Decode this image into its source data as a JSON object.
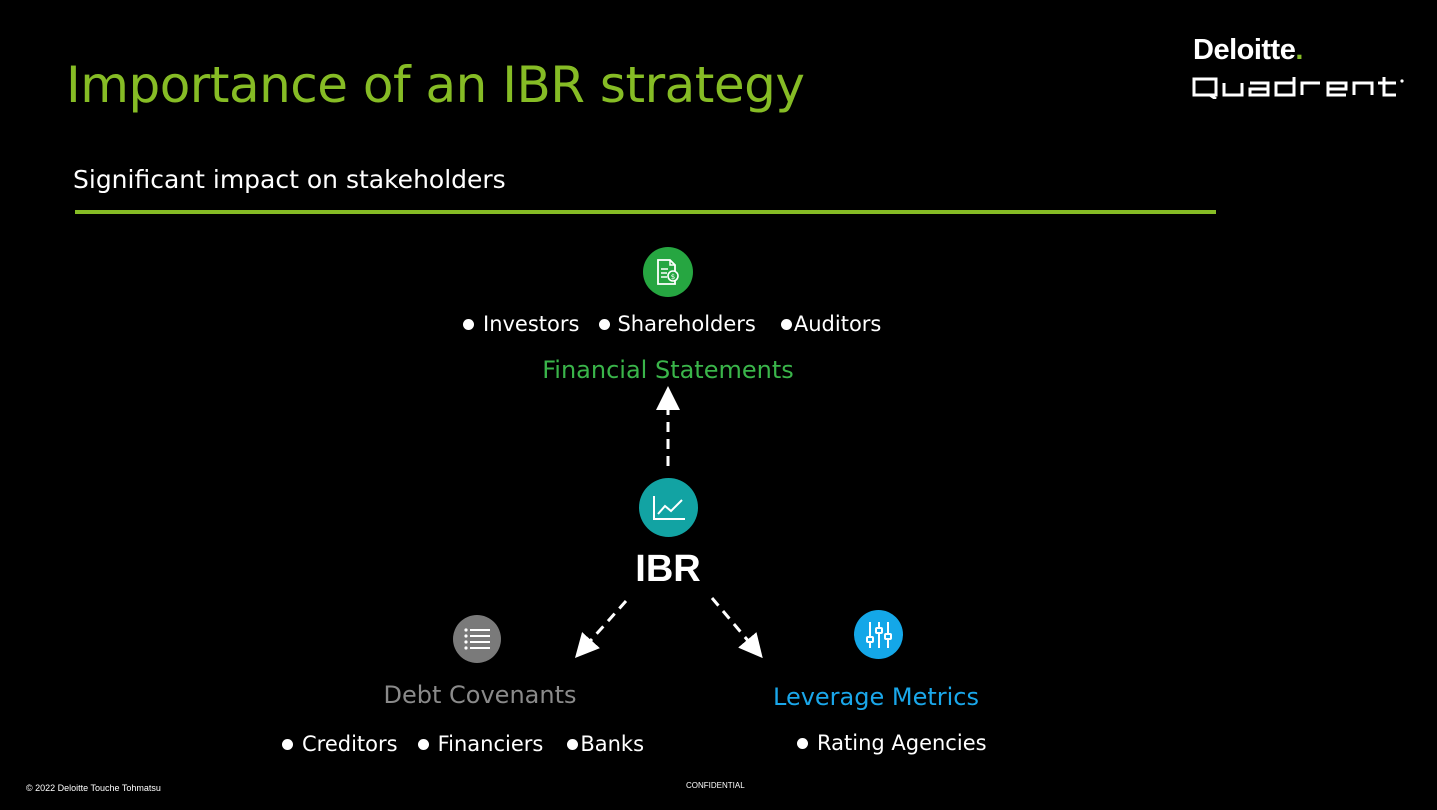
{
  "slide": {
    "title": "Importance of an IBR strategy",
    "subtitle": "Significant impact on stakeholders",
    "accent_color": "#86bc25"
  },
  "logo": {
    "brand": "Deloitte",
    "brand_dot": ".",
    "product": "Quadrent"
  },
  "center": {
    "label": "IBR",
    "icon": "line-chart-icon",
    "color": "#12a3a3"
  },
  "financial_statements": {
    "label": "Financial Statements",
    "icon": "document-dollar-icon",
    "color": "#3ab54a",
    "stakeholders": [
      "Investors",
      "Shareholders",
      "Auditors"
    ]
  },
  "debt_covenants": {
    "label": "Debt Covenants",
    "icon": "list-icon",
    "color": "#8a8a8a",
    "stakeholders": [
      "Creditors",
      "Financiers",
      "Banks"
    ]
  },
  "leverage_metrics": {
    "label": "Leverage Metrics",
    "icon": "sliders-icon",
    "color": "#1aa7ea",
    "stakeholders": [
      "Rating Agencies"
    ]
  },
  "footer": {
    "copyright": "© 2022 Deloitte Touche Tohmatsu",
    "classification": "CONFIDENTIAL"
  }
}
